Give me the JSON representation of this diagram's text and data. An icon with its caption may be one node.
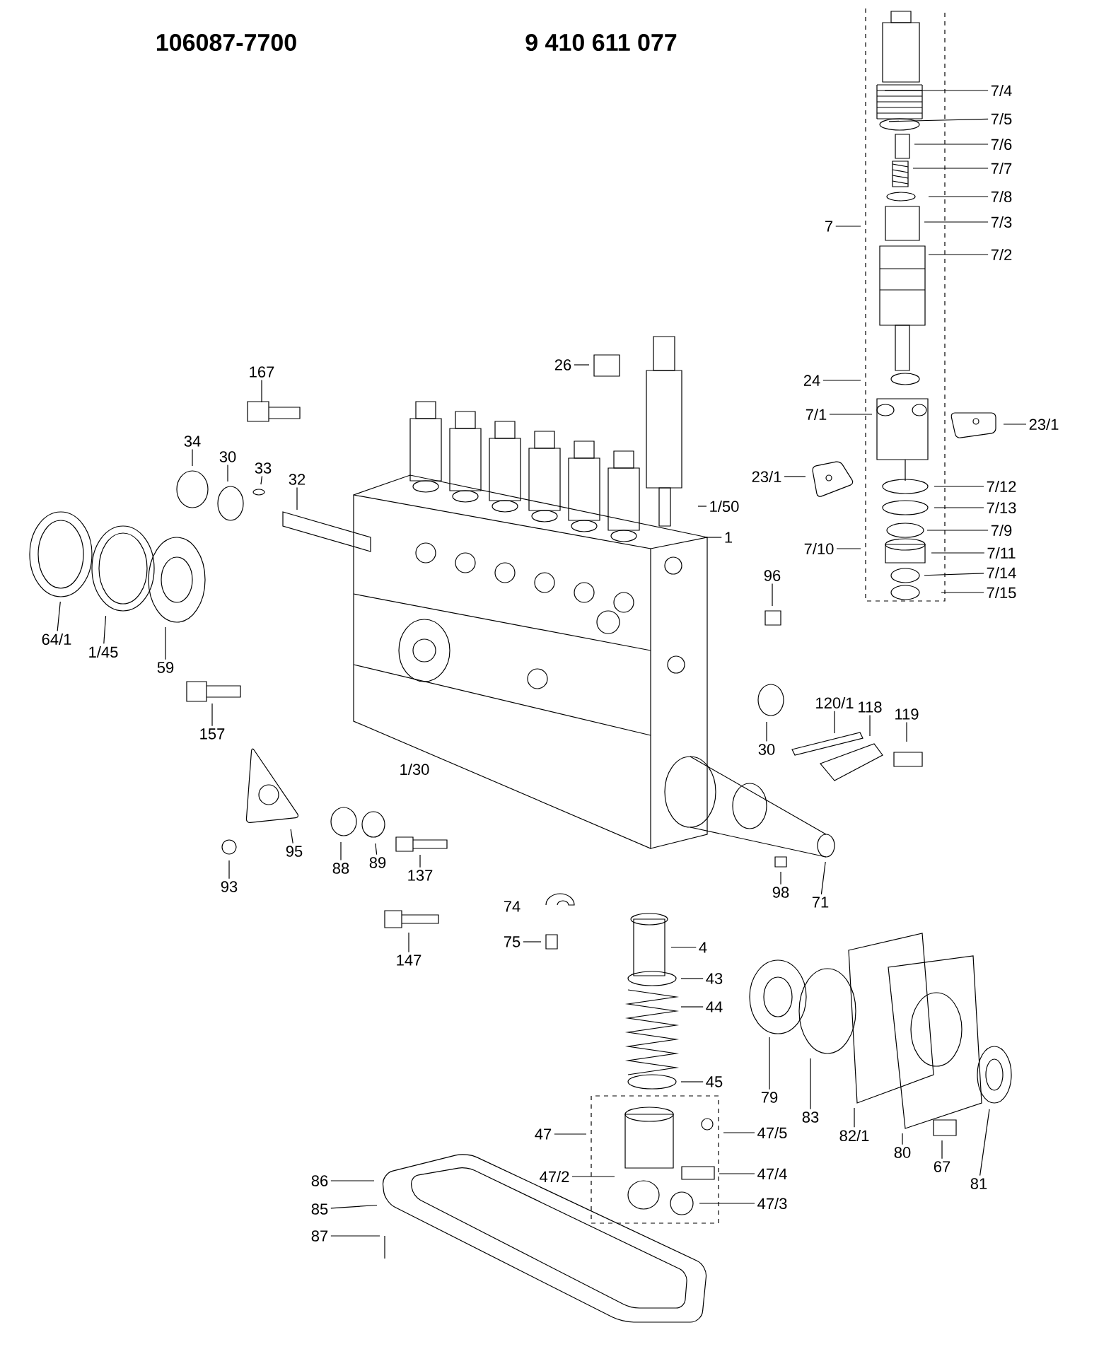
{
  "diagram": {
    "nodes": [
      {
        "text": [
          "7/4"
        ]
      },
      {
        "text": [
          "7/5"
        ]
      },
      {
        "text": [
          "7/6"
        ]
      },
      {
        "text": [
          "7/7"
        ]
      },
      {
        "text": [
          "7/8"
        ]
      },
      {
        "text": [
          "7/3"
        ]
      },
      {
        "text": [
          "7/2"
        ]
      },
      {
        "text": [
          "7"
        ]
      },
      {
        "text": [
          "24"
        ]
      },
      {
        "text": [
          "7/1"
        ]
      },
      {
        "text": [
          "23/1"
        ]
      },
      {
        "text": [
          "23/1"
        ]
      },
      {
        "text": [
          "7/12"
        ]
      },
      {
        "text": [
          "7/13"
        ]
      },
      {
        "text": [
          "7/9"
        ]
      },
      {
        "text": [
          "7/10"
        ]
      },
      {
        "text": [
          "7/11"
        ]
      },
      {
        "text": [
          "7/14"
        ]
      },
      {
        "text": [
          "7/15"
        ]
      },
      {
        "text": [
          "26"
        ]
      },
      {
        "text": [
          "167"
        ]
      },
      {
        "text": [
          "34"
        ]
      },
      {
        "text": [
          "30"
        ]
      },
      {
        "text": [
          "33"
        ]
      },
      {
        "text": [
          "32"
        ]
      },
      {
        "text": [
          "1/50"
        ]
      },
      {
        "text": [
          "1"
        ]
      },
      {
        "text": [
          "64/1"
        ]
      },
      {
        "text": [
          "1/45"
        ]
      },
      {
        "text": [
          "59"
        ]
      },
      {
        "text": [
          "96"
        ]
      },
      {
        "text": [
          "157"
        ]
      },
      {
        "text": [
          "120/1"
        ]
      },
      {
        "text": [
          "118"
        ]
      },
      {
        "text": [
          "119"
        ]
      },
      {
        "text": [
          "30"
        ]
      },
      {
        "text": [
          "95"
        ]
      },
      {
        "text": [
          "88"
        ]
      },
      {
        "text": [
          "89"
        ]
      },
      {
        "text": [
          "137"
        ]
      },
      {
        "text": [
          "93"
        ]
      },
      {
        "text": [
          "98"
        ]
      },
      {
        "text": [
          "71"
        ]
      },
      {
        "text": [
          "75"
        ]
      },
      {
        "text": [
          "147"
        ]
      },
      {
        "text": [
          "4"
        ]
      },
      {
        "text": [
          "43"
        ]
      },
      {
        "text": [
          "44"
        ]
      },
      {
        "text": [
          "45"
        ]
      },
      {
        "text": [
          "79"
        ]
      },
      {
        "text": [
          "83"
        ]
      },
      {
        "text": [
          "82/1"
        ]
      },
      {
        "text": [
          "80"
        ]
      },
      {
        "text": [
          "67"
        ]
      },
      {
        "text": [
          "81"
        ]
      },
      {
        "text": [
          "47"
        ]
      },
      {
        "text": [
          "47/5"
        ]
      },
      {
        "text": [
          "47/2"
        ]
      },
      {
        "text": [
          "47/4"
        ]
      },
      {
        "text": [
          "47/3"
        ]
      },
      {
        "text": [
          "86"
        ]
      },
      {
        "text": [
          "85"
        ]
      },
      {
        "text": [
          "87"
        ]
      }
    ],
    "edges": [
      {
        "from": 0,
        "to": null,
        "arrow": "none"
      },
      {
        "from": 1,
        "to": null,
        "arrow": "none"
      },
      {
        "from": 2,
        "to": null,
        "arrow": "none"
      },
      {
        "from": 3,
        "to": null,
        "arrow": "none"
      },
      {
        "from": 4,
        "to": null,
        "arrow": "none"
      },
      {
        "from": 5,
        "to": null,
        "arrow": "none"
      },
      {
        "from": 6,
        "to": null,
        "arrow": "none"
      },
      {
        "from": 7,
        "to": null,
        "arrow": "none"
      },
      {
        "from": 8,
        "to": null,
        "arrow": "none"
      },
      {
        "from": 9,
        "to": null,
        "arrow": "none"
      },
      {
        "from": 10,
        "to": null,
        "arrow": "none"
      },
      {
        "from": 11,
        "to": null,
        "arrow": "none"
      },
      {
        "from": 12,
        "to": null,
        "arrow": "none"
      },
      {
        "from": 13,
        "to": null,
        "arrow": "none"
      },
      {
        "from": 14,
        "to": null,
        "arrow": "none"
      },
      {
        "from": 15,
        "to": null,
        "arrow": "none"
      },
      {
        "from": 16,
        "to": null,
        "arrow": "none"
      },
      {
        "from": 17,
        "to": null,
        "arrow": "none"
      },
      {
        "from": 18,
        "to": null,
        "arrow": "none"
      },
      {
        "from": 19,
        "to": null,
        "arrow": "none"
      },
      {
        "from": 20,
        "to": null,
        "arrow": "none"
      },
      {
        "from": 21,
        "to": null,
        "arrow": "none"
      },
      {
        "from": 22,
        "to": null,
        "arrow": "none"
      },
      {
        "from": 23,
        "to": null,
        "arrow": "none"
      },
      {
        "from": 24,
        "to": null,
        "arrow": "none"
      },
      {
        "from": 25,
        "to": null,
        "arrow": "none"
      },
      {
        "from": 26,
        "to": null,
        "arrow": "none"
      },
      {
        "from": 27,
        "to": null,
        "arrow": "none"
      },
      {
        "from": 28,
        "to": null,
        "arrow": "none"
      },
      {
        "from": 29,
        "to": null,
        "arrow": "none"
      },
      {
        "from": 30,
        "to": null,
        "arrow": "none"
      },
      {
        "from": 31,
        "to": null,
        "arrow": "none"
      },
      {
        "from": 32,
        "to": null,
        "arrow": "none"
      },
      {
        "from": 33,
        "to": null,
        "arrow": "none"
      },
      {
        "from": 34,
        "to": null,
        "arrow": "none"
      },
      {
        "from": 35,
        "to": null,
        "arrow": "none"
      },
      {
        "from": 36,
        "to": null,
        "arrow": "none"
      },
      {
        "from": 37,
        "to": null,
        "arrow": "none"
      },
      {
        "from": 38,
        "to": null,
        "arrow": "none"
      },
      {
        "from": 39,
        "to": null,
        "arrow": "none"
      },
      {
        "from": 40,
        "to": null,
        "arrow": "none"
      },
      {
        "from": 41,
        "to": null,
        "arrow": "none"
      },
      {
        "from": 42,
        "to": null,
        "arrow": "none"
      },
      {
        "from": 43,
        "to": null,
        "arrow": "none"
      },
      {
        "from": 44,
        "to": null,
        "arrow": "none"
      },
      {
        "from": 45,
        "to": null,
        "arrow": "none"
      },
      {
        "from": 46,
        "to": null,
        "arrow": "none"
      },
      {
        "from": 47,
        "to": null,
        "arrow": "none"
      },
      {
        "from": 48,
        "to": null,
        "arrow": "none"
      },
      {
        "from": 49,
        "to": null,
        "arrow": "none"
      },
      {
        "from": 50,
        "to": null,
        "arrow": "none"
      },
      {
        "from": 51,
        "to": null,
        "arrow": "none"
      },
      {
        "from": 52,
        "to": null,
        "arrow": "none"
      },
      {
        "from": 53,
        "to": null,
        "arrow": "none"
      },
      {
        "from": 54,
        "to": null,
        "arrow": "none"
      },
      {
        "from": 55,
        "to": null,
        "arrow": "none"
      },
      {
        "from": 56,
        "to": null,
        "arrow": "none"
      },
      {
        "from": 57,
        "to": null,
        "arrow": "none"
      },
      {
        "from": 58,
        "to": null,
        "arrow": "none"
      },
      {
        "from": 59,
        "to": null,
        "arrow": "none"
      },
      {
        "from": 60,
        "to": null,
        "arrow": "none"
      },
      {
        "from": 61,
        "to": null,
        "arrow": "none"
      },
      {
        "from": 62,
        "to": null,
        "arrow": "none"
      }
    ],
    "labels": [
      "106087-7700",
      "9 410 611 077",
      "1/30",
      "74"
    ]
  }
}
